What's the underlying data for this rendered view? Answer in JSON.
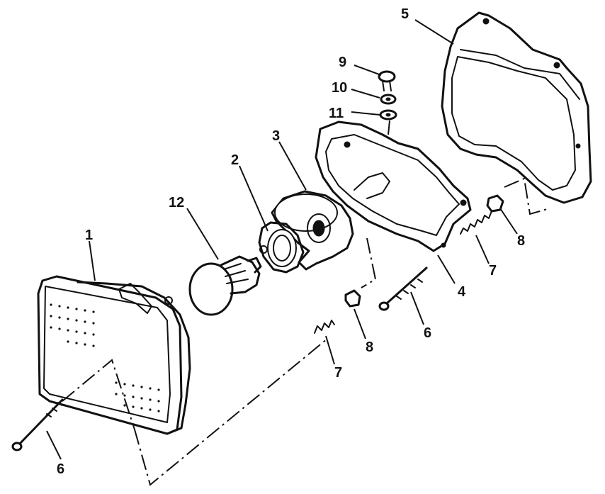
{
  "callouts": {
    "c1": "1",
    "c2": "2",
    "c3": "3",
    "c4": "4",
    "c5": "5",
    "c6a": "6",
    "c6b": "6",
    "c7a": "7",
    "c7b": "7",
    "c8a": "8",
    "c8b": "8",
    "c9": "9",
    "c10": "10",
    "c11": "11",
    "c12": "12"
  },
  "parts": [
    {
      "ref": "1",
      "name": "headlight-unit"
    },
    {
      "ref": "2",
      "name": "bulb-retaining-ring"
    },
    {
      "ref": "3",
      "name": "bulb-socket-cover"
    },
    {
      "ref": "4",
      "name": "headlight-rim"
    },
    {
      "ref": "5",
      "name": "headlight-frame"
    },
    {
      "ref": "6",
      "name": "long-screw"
    },
    {
      "ref": "7",
      "name": "spring"
    },
    {
      "ref": "8",
      "name": "nut"
    },
    {
      "ref": "9",
      "name": "screw"
    },
    {
      "ref": "10",
      "name": "lock-washer"
    },
    {
      "ref": "11",
      "name": "washer"
    },
    {
      "ref": "12",
      "name": "bulb"
    }
  ]
}
